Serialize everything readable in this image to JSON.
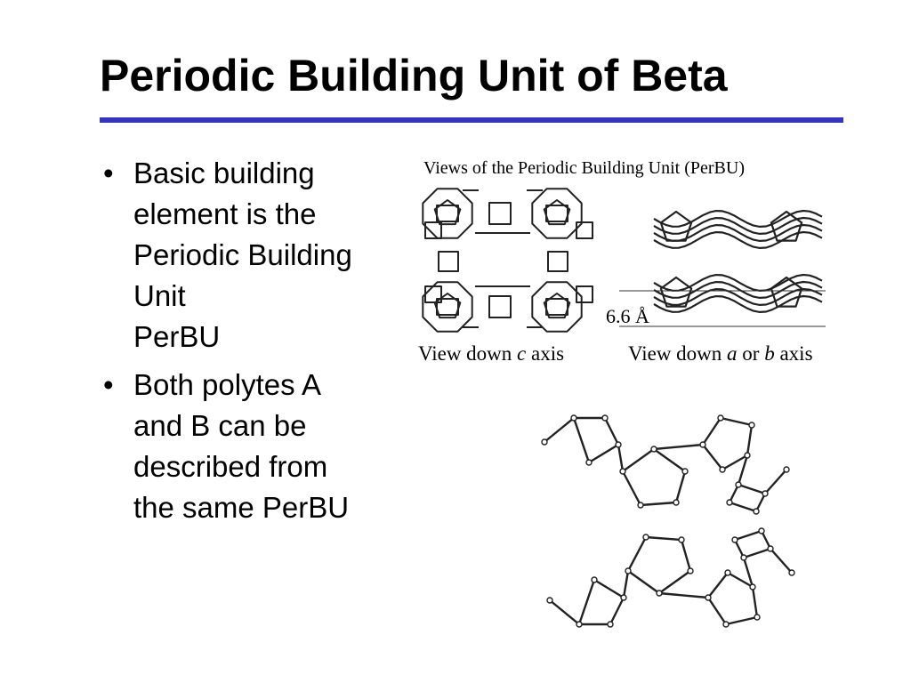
{
  "slide": {
    "title": "Periodic Building Unit of Beta",
    "accent_color": "#3333bb",
    "bullets": [
      {
        "marker": "•",
        "lines": [
          "Basic building",
          "element is the",
          "Periodic Building",
          "Unit",
          "PerBU"
        ]
      },
      {
        "marker": "•",
        "lines": [
          "Both polytes A",
          "and B can be",
          "described from",
          "the same PerBU"
        ]
      }
    ],
    "figure": {
      "title": "Views of the Periodic Building Unit (PerBU)",
      "dimension_label": "6.6 Å",
      "caption_left": {
        "pre": "View down ",
        "em": "c",
        "post": " axis"
      },
      "caption_right": {
        "pre": "View down ",
        "em1": "a",
        "mid": " or ",
        "em2": "b",
        "post": " axis"
      }
    }
  }
}
